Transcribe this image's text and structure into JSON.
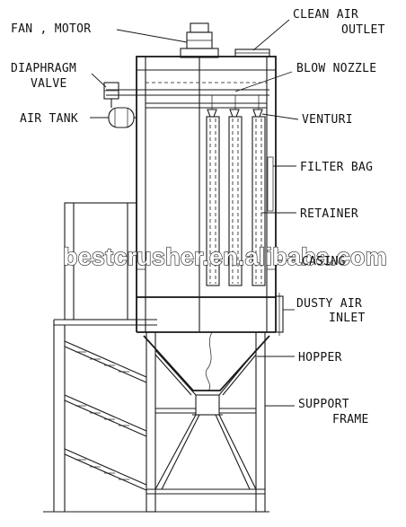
{
  "labels": {
    "fan_motor": "FAN , MOTOR",
    "clean_air_outlet_1": "CLEAN AIR",
    "clean_air_outlet_2": "OUTLET",
    "diaphragm_valve_1": "DIAPHRAGM",
    "diaphragm_valve_2": "VALVE",
    "blow_nozzle": "BLOW NOZZLE",
    "air_tank": "AIR TANK",
    "venturi": "VENTURI",
    "filter_bag": "FILTER BAG",
    "retainer": "RETAINER",
    "casing": "CASING",
    "dusty_air_inlet_1": "DUSTY AIR",
    "dusty_air_inlet_2": "INLET",
    "hopper": "HOPPER",
    "support_frame_1": "SUPPORT",
    "support_frame_2": "FRAME"
  },
  "watermark": "bestcrusher.en.alibaba.com",
  "colors": {
    "line": "#1a1a1a",
    "background": "#ffffff"
  }
}
